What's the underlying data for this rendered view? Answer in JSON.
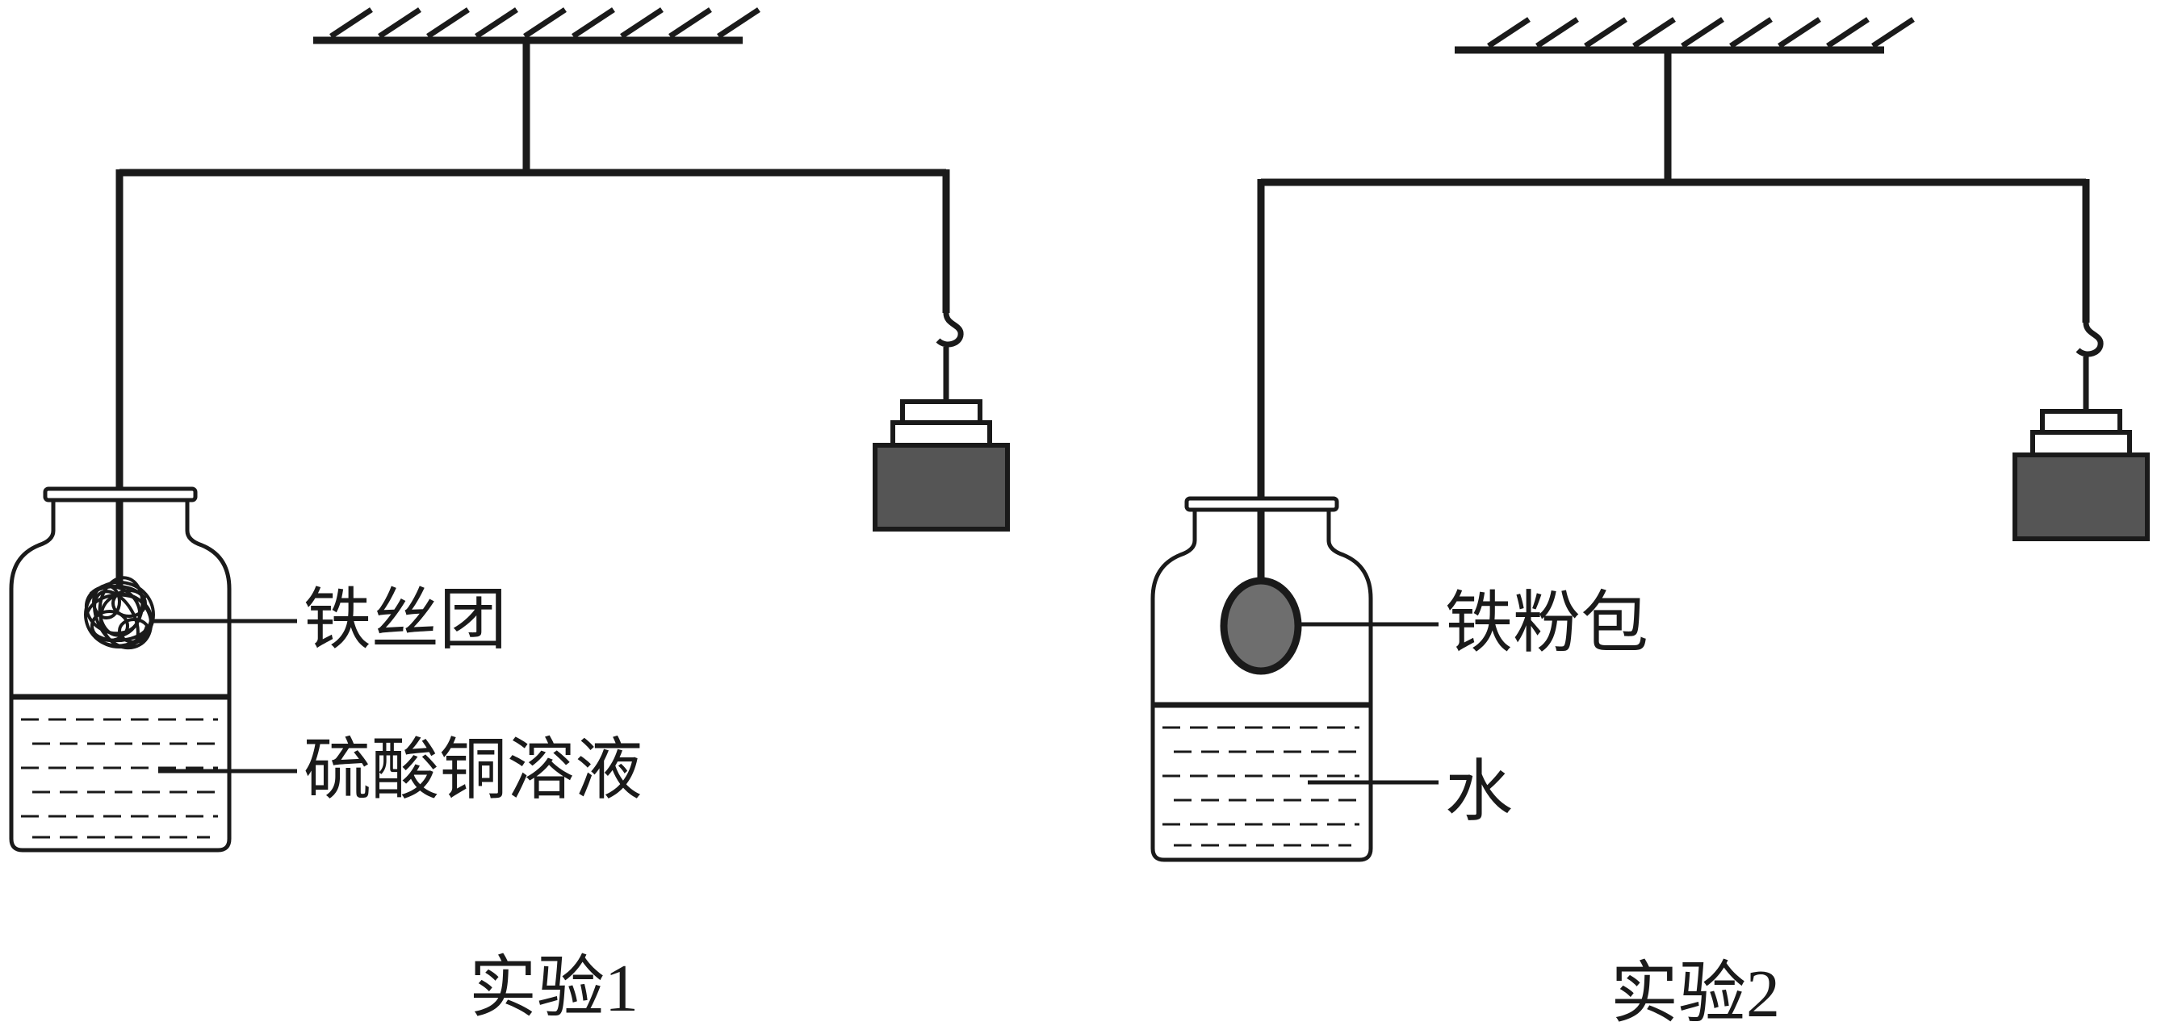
{
  "experiments": [
    {
      "caption": "实验1",
      "object_label": "铁丝团",
      "liquid_label": "硫酸铜溶液"
    },
    {
      "caption": "实验2",
      "object_label": "铁粉包",
      "liquid_label": "水"
    }
  ],
  "colors": {
    "line": "#1a1a1a",
    "weight": "#555555",
    "iron_pack": "#6e6e6e",
    "background": "#ffffff"
  },
  "icons": [
    "ceiling-support",
    "balance-beam",
    "hook",
    "weight",
    "glass-jar",
    "wire-ball",
    "powder-pack"
  ]
}
